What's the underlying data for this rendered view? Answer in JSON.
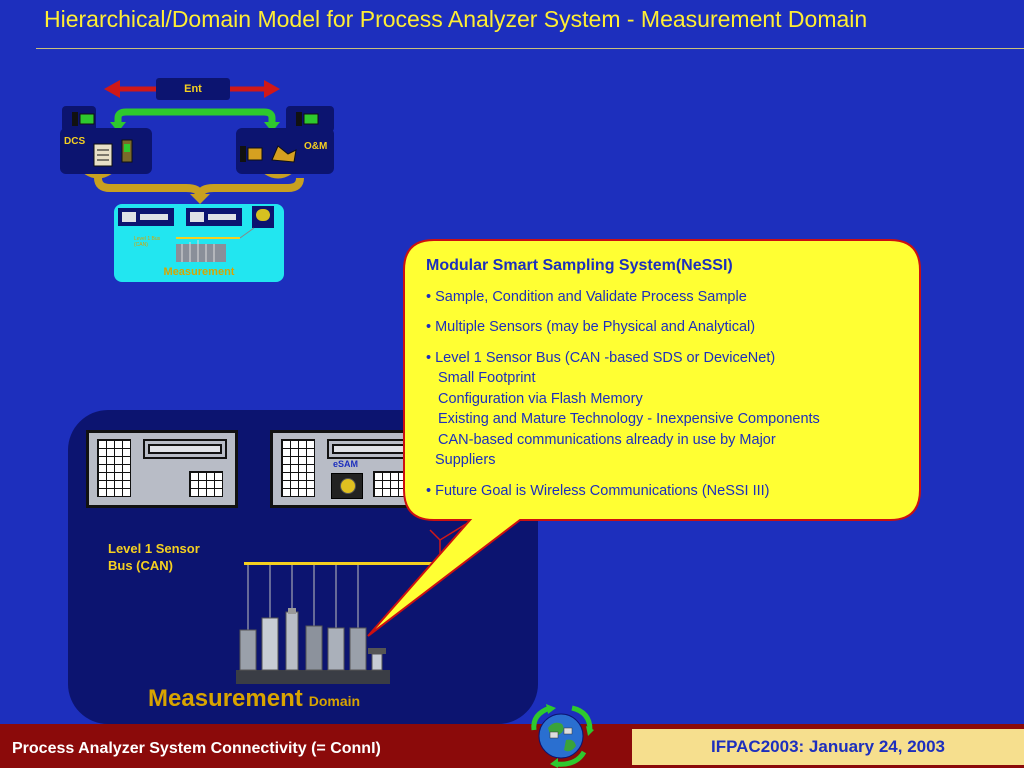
{
  "title": "Hierarchical/Domain Model for Process Analyzer System - Measurement Domain",
  "diagram": {
    "ent_label": "Ent",
    "dcs_label": "DCS",
    "om_label": "O&M",
    "small_measurement_label": "Measurement",
    "small_bus_label": "Level 1 Bus (CAN)"
  },
  "measurement_domain": {
    "esam_label": "eSAM",
    "bus_label_line1": "Level 1 Sensor",
    "bus_label_line2": "Bus  (CAN)",
    "domain_main": "Measurement",
    "domain_sub": "Domain"
  },
  "callout": {
    "title": "Modular Smart Sampling System(NeSSI)",
    "bullet1": "• Sample, Condition and Validate Process Sample",
    "bullet2": "• Multiple Sensors (may be Physical and Analytical)",
    "bullet3": "• Level 1 Sensor Bus (CAN -based SDS or DeviceNet)",
    "bullet3_sub1": "Small Footprint",
    "bullet3_sub2": "Configuration via Flash Memory",
    "bullet3_sub3": "Existing and Mature Technology - Inexpensive Components",
    "bullet3_sub4": "CAN-based communications already in use by Major",
    "bullet3_sub4b": "Suppliers",
    "bullet4": "• Future Goal is Wireless Communications (NeSSI III)"
  },
  "footer": {
    "left": "Process Analyzer System Connectivity  (= ConnI)",
    "right": "IFPAC2003: January 24, 2003"
  },
  "colors": {
    "background": "#1d2fbd",
    "title": "#ffee33",
    "callout_fill": "#ffff33",
    "callout_stroke": "#cc1010",
    "footer_bar": "#8b0a0a",
    "footer_box": "#f6df8e"
  }
}
